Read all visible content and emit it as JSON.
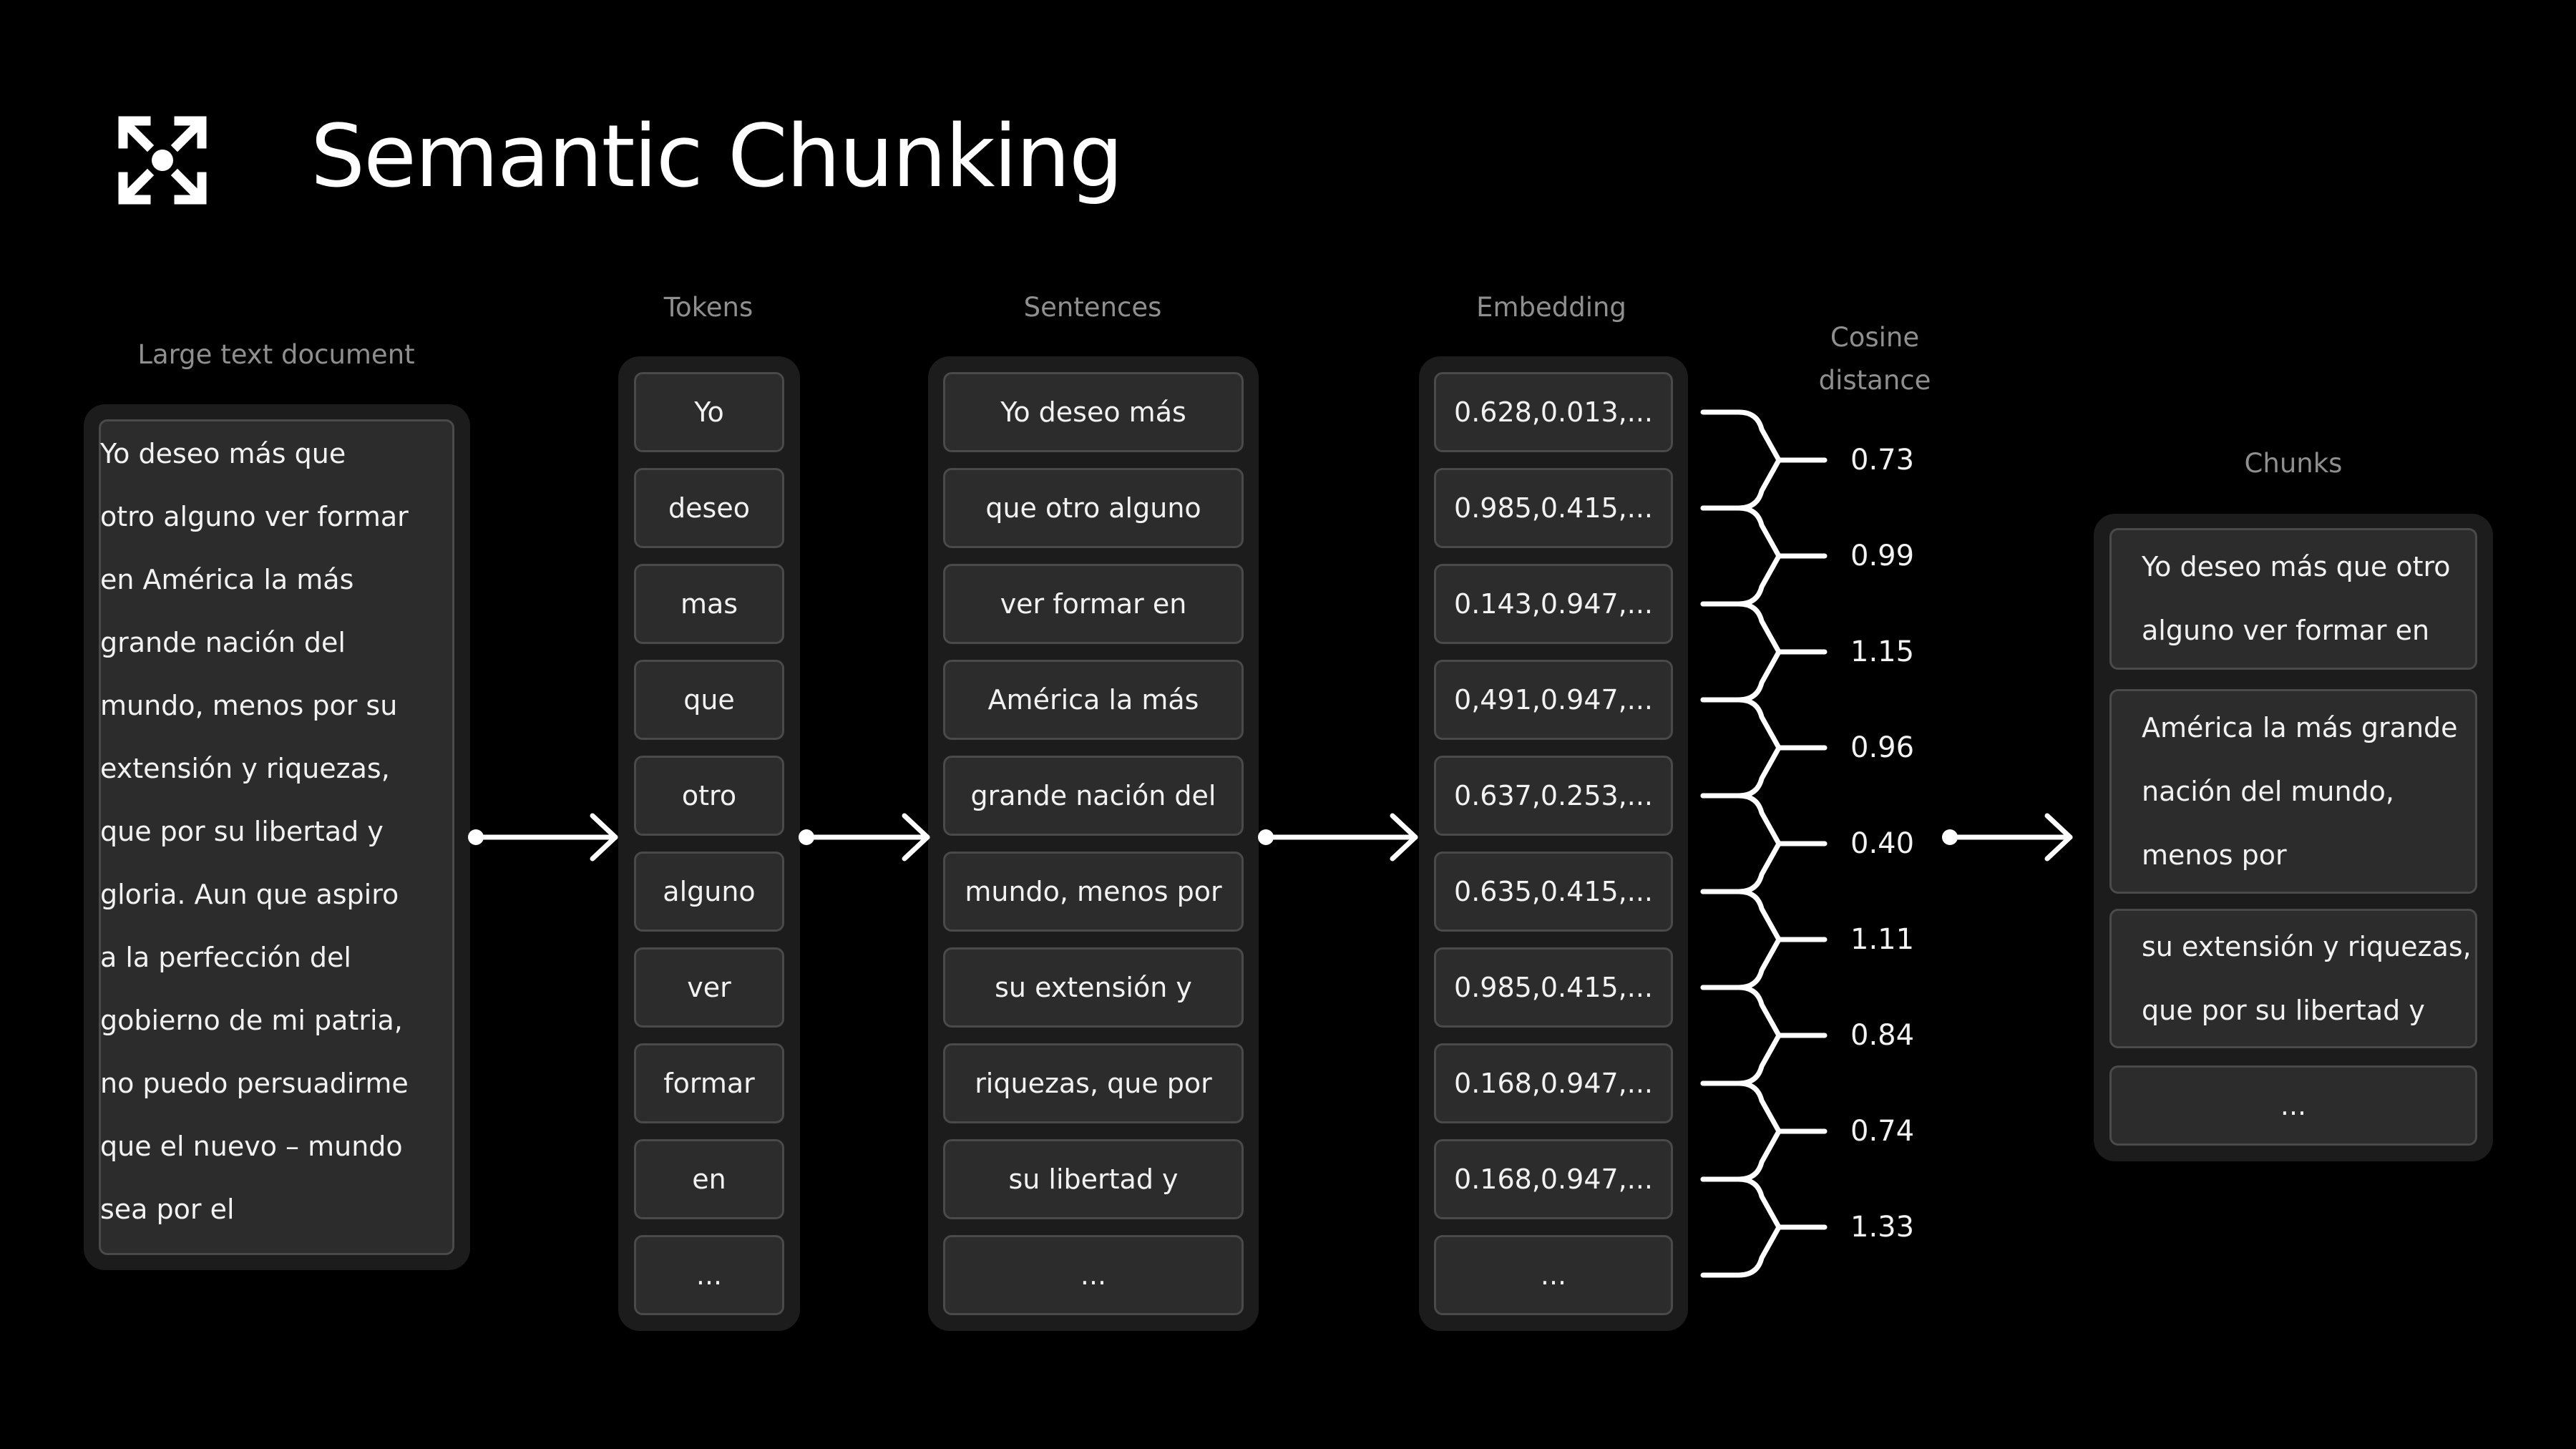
{
  "title": "Semantic Chunking",
  "icon": "expand-arrows-icon",
  "labels": {
    "document": "Large text document",
    "tokens": "Tokens",
    "sentences": "Sentences",
    "embedding": "Embedding",
    "cosine_line1": "Cosine",
    "cosine_line2": "distance",
    "chunks": "Chunks"
  },
  "document_lines": [
    "Yo deseo más que",
    "otro alguno ver formar",
    "en América la más",
    "grande nación del",
    "mundo, menos por su",
    "extensión y riquezas,",
    "que por su libertad y",
    "gloria. Aun que aspiro",
    "a la perfección del",
    "gobierno de mi patria,",
    "no puedo persuadirme",
    "que el nuevo – mundo",
    "sea por el"
  ],
  "tokens": [
    "Yo",
    "deseo",
    "mas",
    "que",
    "otro",
    "alguno",
    "ver",
    "formar",
    "en",
    "..."
  ],
  "sentences": [
    "Yo deseo más",
    "que otro alguno",
    "ver formar en",
    "América la más",
    "grande nación del",
    "mundo, menos por",
    "su extensión y",
    "riquezas, que por",
    "su libertad y",
    "..."
  ],
  "embeddings": [
    "0.628,0.013,...",
    "0.985,0.415,...",
    "0.143,0.947,...",
    "0,491,0.947,...",
    "0.637,0.253,...",
    "0.635,0.415,...",
    "0.985,0.415,...",
    "0.168,0.947,...",
    "0.168,0.947,...",
    "..."
  ],
  "distances": [
    "0.73",
    "0.99",
    "1.15",
    "0.96",
    "0.40",
    "1.11",
    "0.84",
    "0.74",
    "1.33"
  ],
  "chunks": [
    [
      "Yo deseo más que otro",
      "alguno ver formar en"
    ],
    [
      "América la más grande",
      "nación del mundo,",
      "menos por"
    ],
    [
      "su extensión y riquezas,",
      "que por su libertad y"
    ],
    [
      "..."
    ]
  ],
  "colors": {
    "background": "#000000",
    "panel": "#1c1c1c",
    "cell": "#2c2c2c",
    "cell_border": "#4a4a4a",
    "label": "#8f8f8f",
    "text": "#f2f2f2"
  }
}
